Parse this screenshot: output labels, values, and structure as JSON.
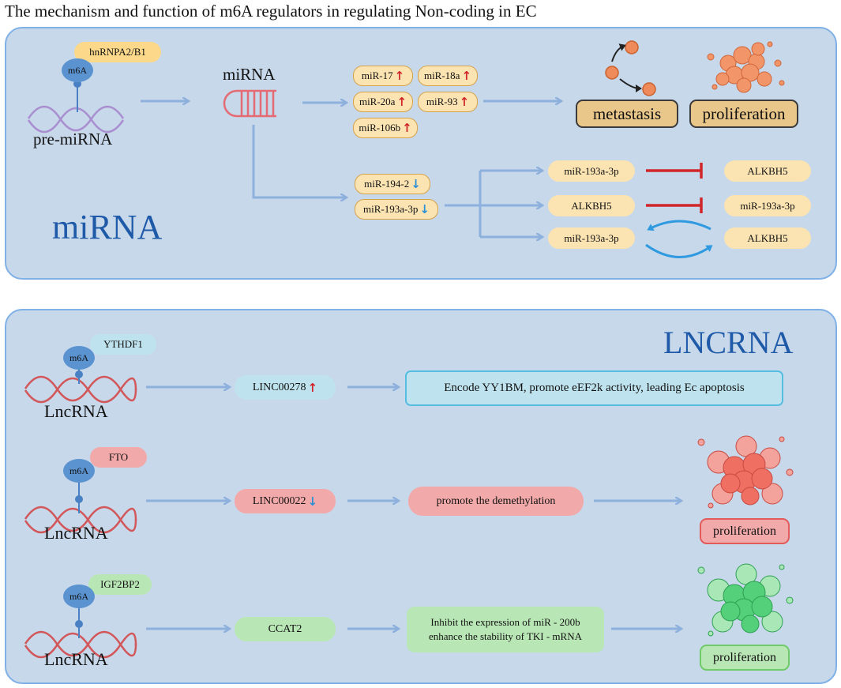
{
  "title": "The mechanism and function of m6A regulators in regulating Non-coding in EC",
  "mirna_panel": {
    "section_label": "miRNA",
    "m6a_label": "m6A",
    "reader": "hnRNPA2/B1",
    "substrate_label": "pre-miRNA",
    "hairpin_label": "miRNA",
    "upregulated": [
      {
        "name": "miR-17",
        "dir": "↑"
      },
      {
        "name": "miR-18a",
        "dir": "↑"
      },
      {
        "name": "miR-20a",
        "dir": "↑"
      },
      {
        "name": "miR-93",
        "dir": "↑"
      },
      {
        "name": "miR-106b",
        "dir": "↑"
      }
    ],
    "downregulated": [
      {
        "name": "miR-194-2",
        "dir": "↓"
      },
      {
        "name": "miR-193a-3p",
        "dir": "↓"
      }
    ],
    "outcomes": [
      "metastasis",
      "proliferation"
    ],
    "interactions": [
      {
        "left": "miR-193a-3p",
        "right": "ALKBH5",
        "type": "inhibit"
      },
      {
        "left": "ALKBH5",
        "right": "miR-193a-3p",
        "type": "inhibit"
      },
      {
        "left": "miR-193a-3p",
        "right": "ALKBH5",
        "type": "loop"
      }
    ]
  },
  "lncrna_panel": {
    "section_label": "LNCRNA",
    "rows": [
      {
        "m6a": "m6A",
        "regulator": "YTHDF1",
        "substrate": "LncRNA",
        "target": "LINC00278",
        "dir": "↑",
        "effect": "Encode YY1BM, promote eEF2k activity, leading Ec apoptosis",
        "outcome": "",
        "colors": {
          "fill": "#bfe3ee",
          "border": "#55bde0"
        }
      },
      {
        "m6a": "m6A",
        "regulator": "FTO",
        "substrate": "LncRNA",
        "target": "LINC00022",
        "dir": "↓",
        "effect": "promote the demethylation",
        "outcome": "proliferation",
        "colors": {
          "fill": "#f2a9a9",
          "border": "#e25a5a"
        }
      },
      {
        "m6a": "m6A",
        "regulator": "IGF2BP2",
        "substrate": "LncRNA",
        "target": "CCAT2",
        "dir": "",
        "effect_lines": [
          "Inhibit the expression of miR - 200b",
          "enhance the stability of TKI - mRNA"
        ],
        "outcome": "proliferation",
        "colors": {
          "fill": "#b9e6b5",
          "border": "#6ecb67"
        }
      }
    ]
  },
  "colors": {
    "panel": "#c7d8ea",
    "panel_border": "#7fb0e6",
    "arrow": "#8eb0dd",
    "inhibit": "#d0262a",
    "cycle": "#2f9ae0"
  }
}
